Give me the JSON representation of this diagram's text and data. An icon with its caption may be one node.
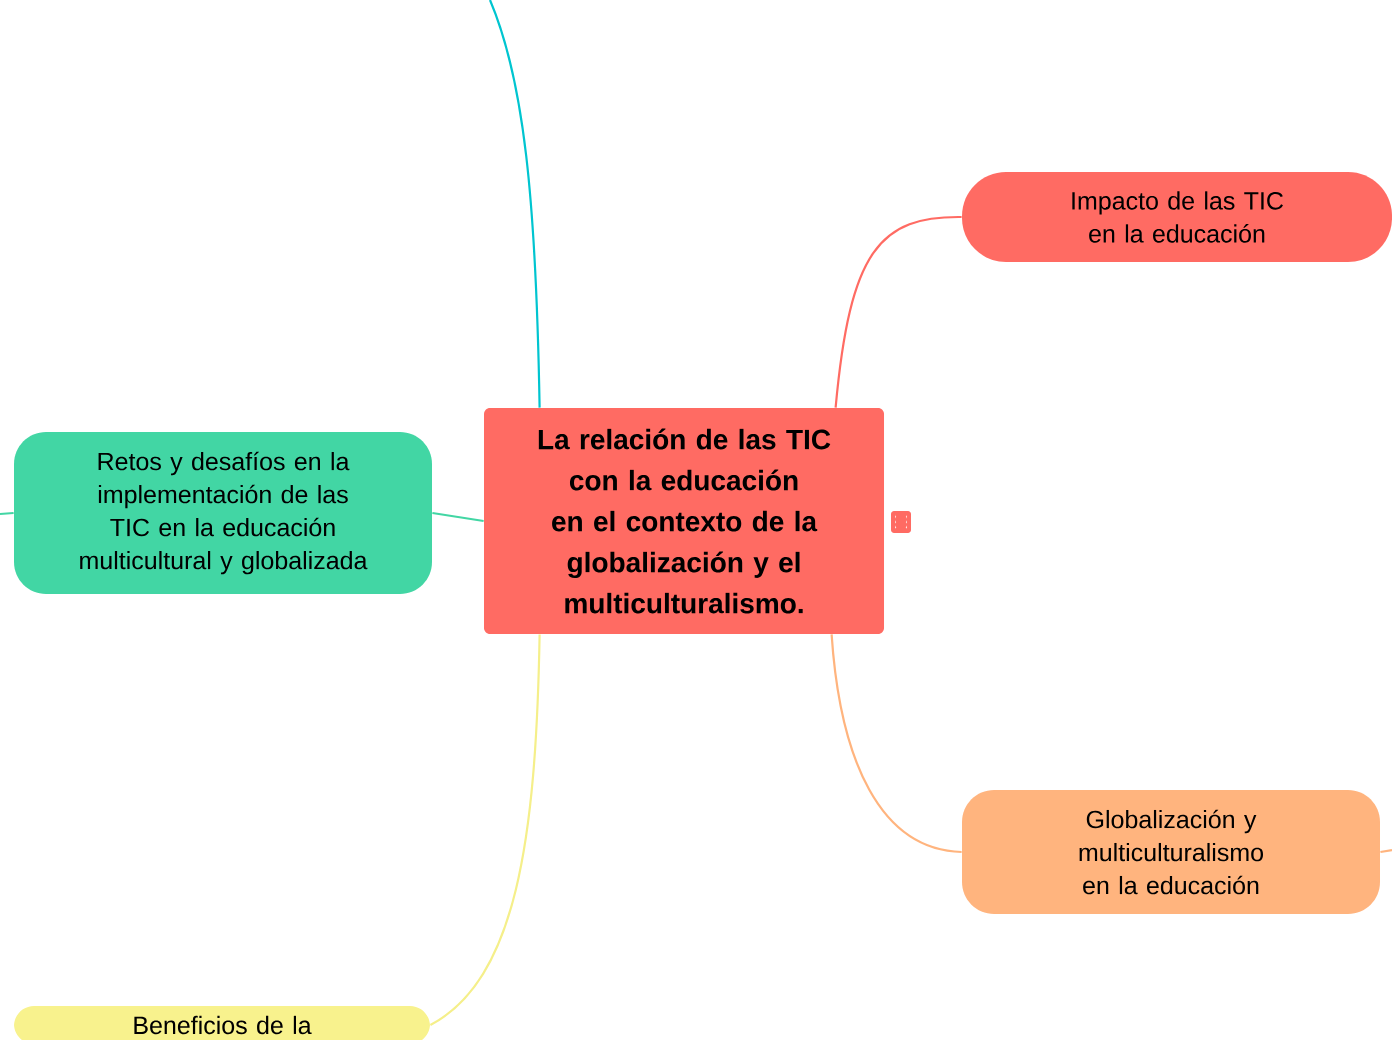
{
  "diagram": {
    "nodes": [
      {
        "text": [
          "La relación de las TIC con la educación en el contexto de la globalización y el multiculturalismo."
        ]
      },
      {
        "text": [
          "Impacto de las TIC en la educación"
        ]
      },
      {
        "text": [
          "Globalización y multiculturalismo en la educación"
        ]
      },
      {
        "text": [
          "Retos y desafíos en la implementación de las TIC en la educación multicultural y globalizada"
        ]
      },
      {
        "text": [
          "Beneficios de la"
        ]
      }
    ],
    "edges": [
      {
        "from": 0,
        "to": 1,
        "arrow": "none",
        "color": "#ff6b63"
      },
      {
        "from": 0,
        "to": 2,
        "arrow": "none",
        "color": "#ffb47e"
      },
      {
        "from": 0,
        "to": 3,
        "arrow": "none",
        "color": "#42d6a4"
      },
      {
        "from": 0,
        "to": 4,
        "arrow": "none",
        "color": "#f5ef8a"
      },
      {
        "from": 0,
        "to": null,
        "arrow": "none",
        "color": "#00c5d0"
      },
      {
        "from": 3,
        "to": null,
        "arrow": "none",
        "color": "#42d6a4"
      },
      {
        "from": 2,
        "to": null,
        "arrow": "none",
        "color": "#ffb47e"
      }
    ]
  }
}
